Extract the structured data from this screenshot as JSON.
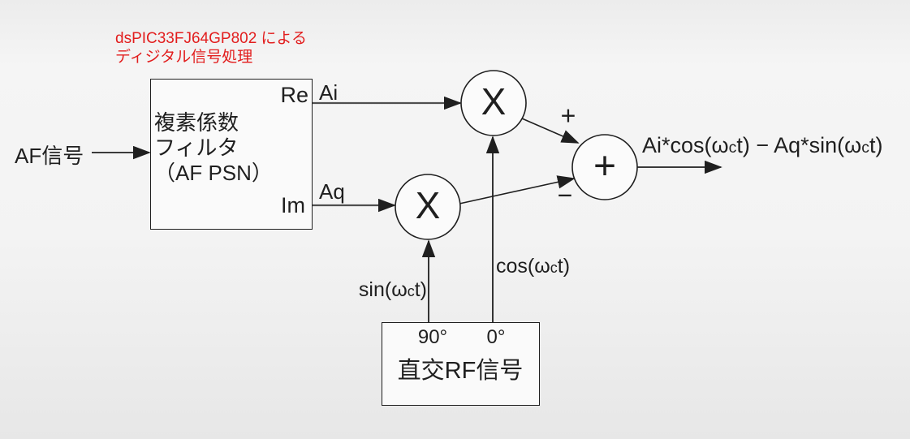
{
  "colors": {
    "accent_red": "#e21d1d",
    "line": "#1f1f1f"
  },
  "caption": {
    "line1": "dsPIC33FJ64GP802 による",
    "line2": "ディジタル信号処理"
  },
  "filter_box": {
    "name_line1": "複素係数",
    "name_line2": "フィルタ",
    "name_line3": "（AF PSN）",
    "port_re": "Re",
    "port_im": "Im"
  },
  "input": {
    "label": "AF信号"
  },
  "wires": {
    "ai": "Ai",
    "aq": "Aq"
  },
  "multipliers": {
    "symbol": "X"
  },
  "adder": {
    "symbol": "+",
    "plus_sign": "+",
    "minus_sign": "−"
  },
  "oscillator": {
    "deg90": "90°",
    "deg0": "0°",
    "title": "直交RF信号"
  },
  "signals": {
    "sin_parts": [
      "sin(ω",
      "c",
      "t)"
    ],
    "cos_parts": [
      "cos(ω",
      "c",
      "t)"
    ]
  },
  "output": {
    "formula_parts": [
      "Ai*cos(ω",
      "c",
      "t) − Aq*sin(ω",
      "c",
      "t)"
    ]
  }
}
